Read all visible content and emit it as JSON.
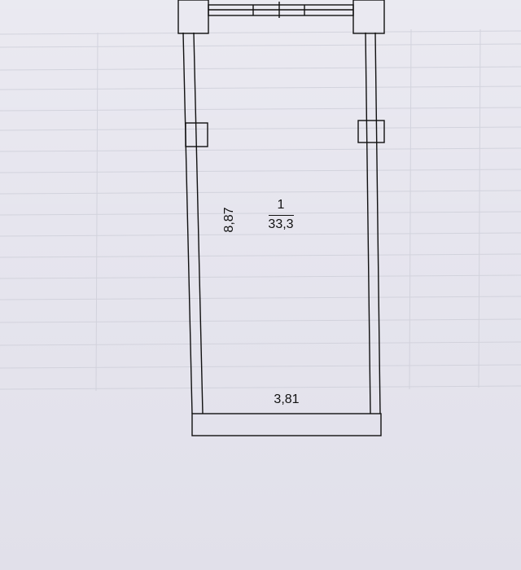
{
  "plan": {
    "room_number": "1",
    "room_area": "33,3",
    "length_dimension": "8,87",
    "width_dimension": "3,81"
  },
  "colors": {
    "paper": "#e6e5ee",
    "ink": "#111111",
    "table_lines": "#cfcfd8"
  }
}
